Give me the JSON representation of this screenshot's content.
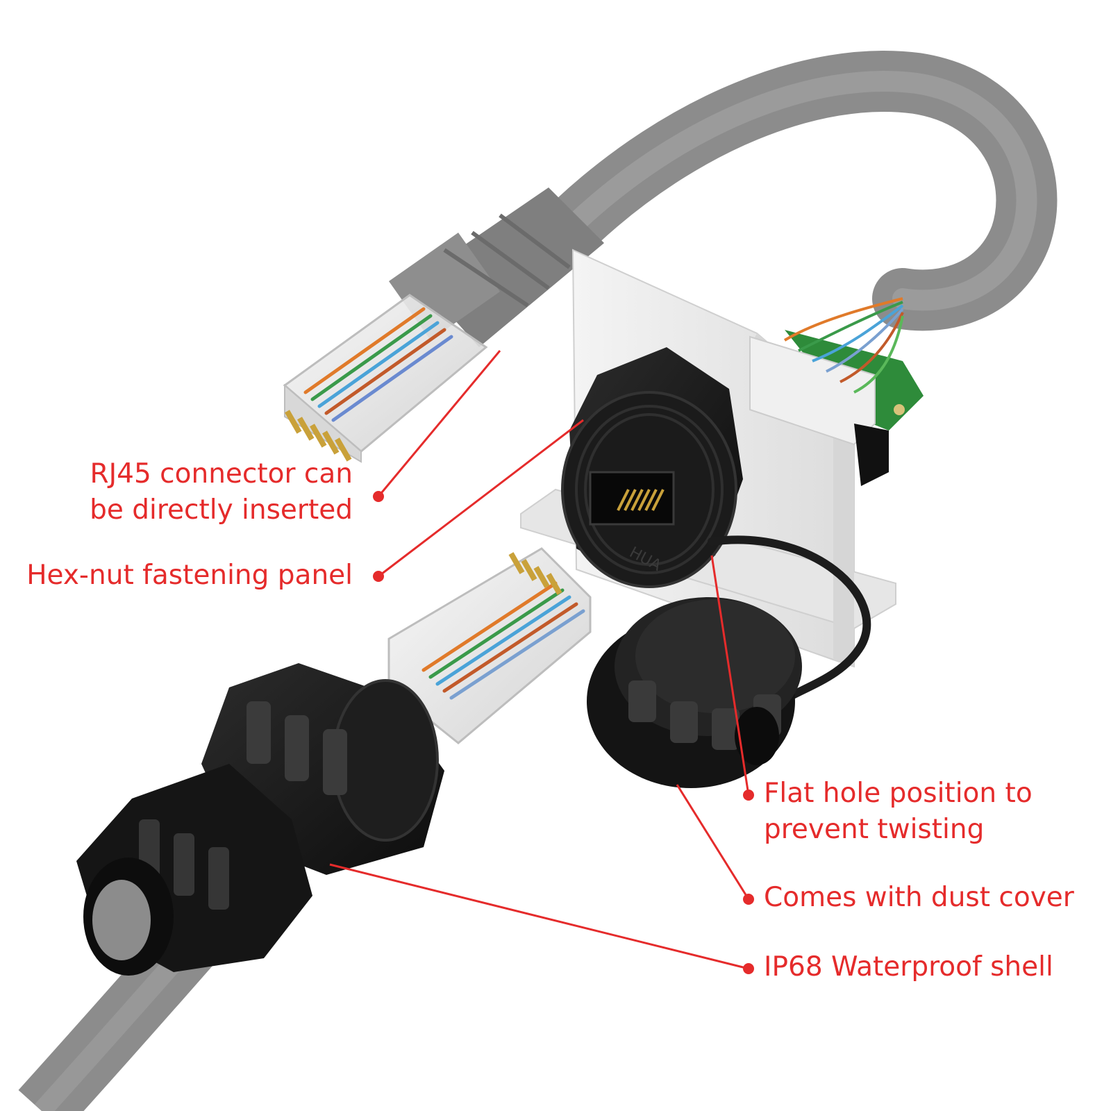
{
  "colors": {
    "callout": "#e52b2b",
    "cable": "#8c8c8c",
    "cable_dark": "#6e6e6e",
    "panel": "#ececec",
    "shell": "#1a1a1a",
    "pcb": "#2e8b3a",
    "brass": "#c9a13a"
  },
  "callouts": [
    {
      "id": "rj45-direct",
      "text": "RJ45 connector can\nbe directly inserted"
    },
    {
      "id": "hex-nut-panel",
      "text": "Hex-nut fastening panel"
    },
    {
      "id": "flat-hole",
      "text": "Flat hole position to\nprevent twisting"
    },
    {
      "id": "dust-cover",
      "text": "Comes with dust cover"
    },
    {
      "id": "ip68-shell",
      "text": "IP68 Waterproof shell"
    }
  ],
  "receptacle": {
    "brand_mark": "HUA"
  }
}
